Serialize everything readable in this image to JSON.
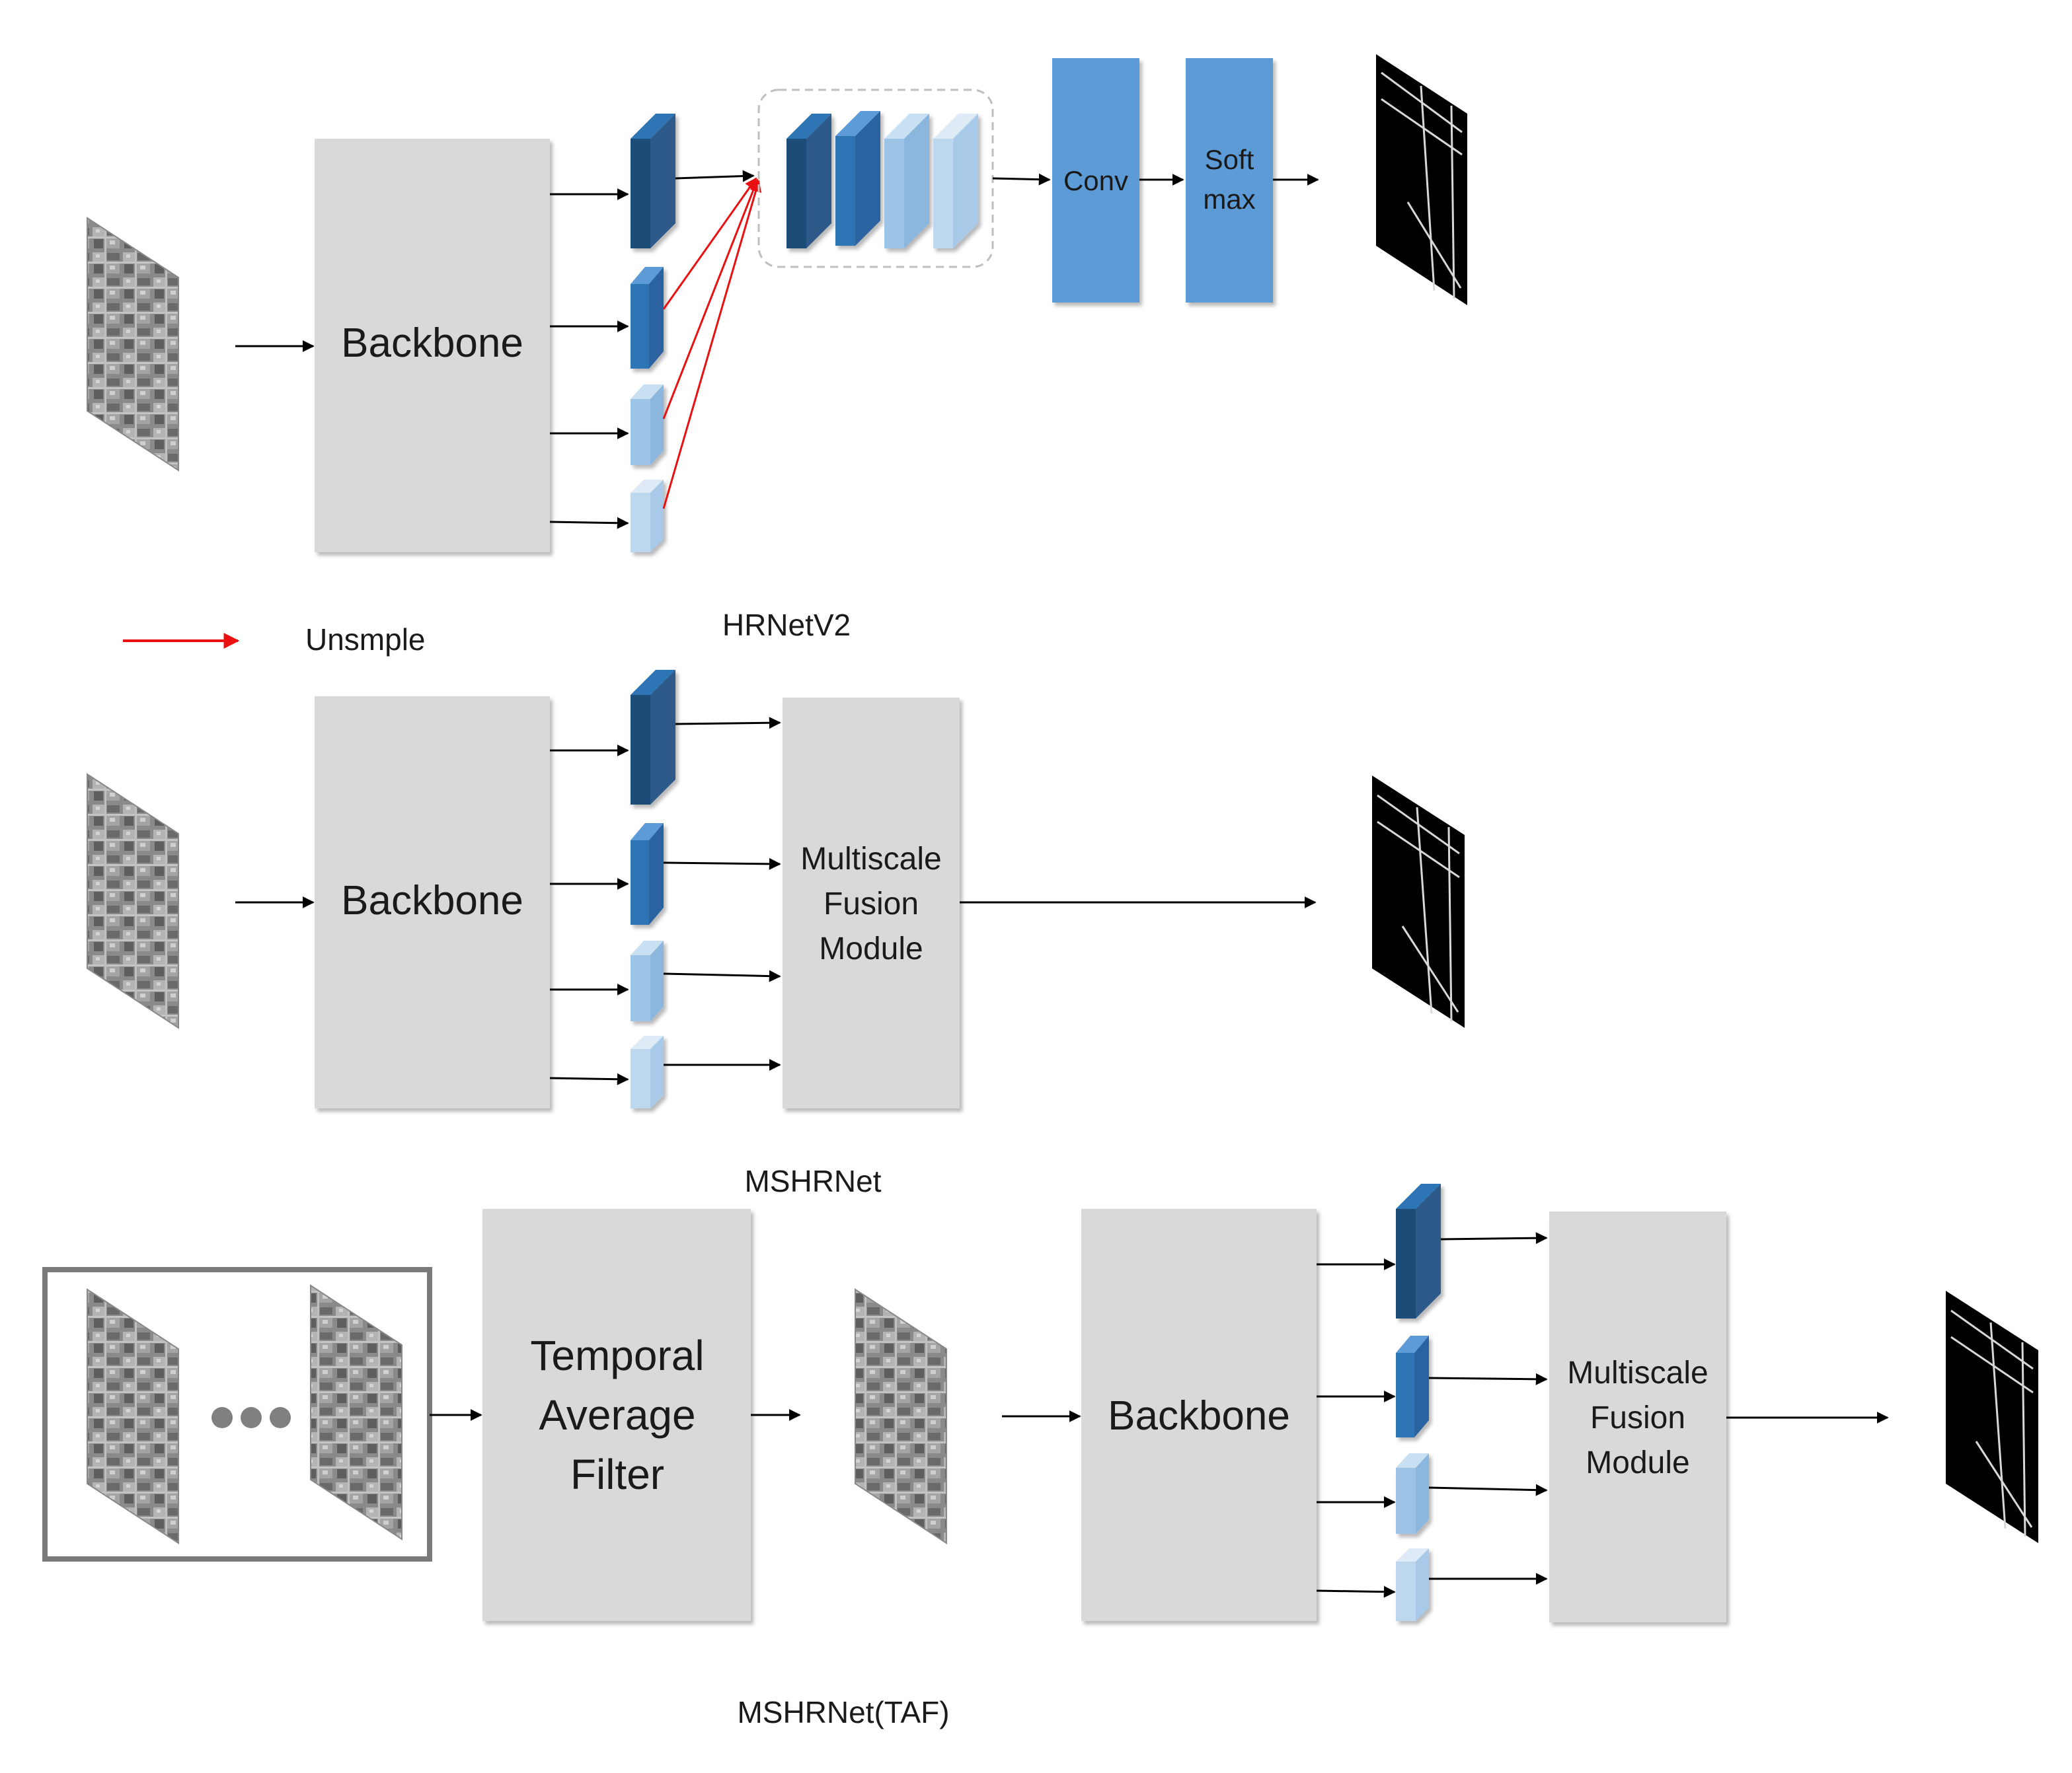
{
  "diagrams": {
    "hrnetv2": {
      "caption": "HRNetV2",
      "backbone_label": "Backbone",
      "conv_label": "Conv",
      "softmax_label_line1": "Soft",
      "softmax_label_line2": "max"
    },
    "legend": {
      "upsample_label": "Unsmple"
    },
    "mshrnet": {
      "caption": "MSHRNet",
      "backbone_label": "Backbone",
      "fusion_line1": "Multiscale",
      "fusion_line2": "Fusion",
      "fusion_line3": "Module"
    },
    "mshrnet_taf": {
      "caption": "MSHRNet(TAF)",
      "filter_line1": "Temporal",
      "filter_line2": "Average",
      "filter_line3": "Filter",
      "backbone_label": "Backbone",
      "fusion_line1": "Multiscale",
      "fusion_line2": "Fusion",
      "fusion_line3": "Module"
    }
  },
  "colors": {
    "grey_block": "#d9d9d9",
    "blue_block": "#5b9bd5",
    "feature_dark": "#1f4e79",
    "feature_mid": "#2e75b6",
    "feature_light": "#9dc3e6",
    "feature_pale": "#bdd7ee",
    "upsample_arrow": "#e81010"
  },
  "icons": [
    "satellite-image-icon",
    "road-mask-icon",
    "feature-map-icon",
    "ellipsis-dots-icon"
  ]
}
